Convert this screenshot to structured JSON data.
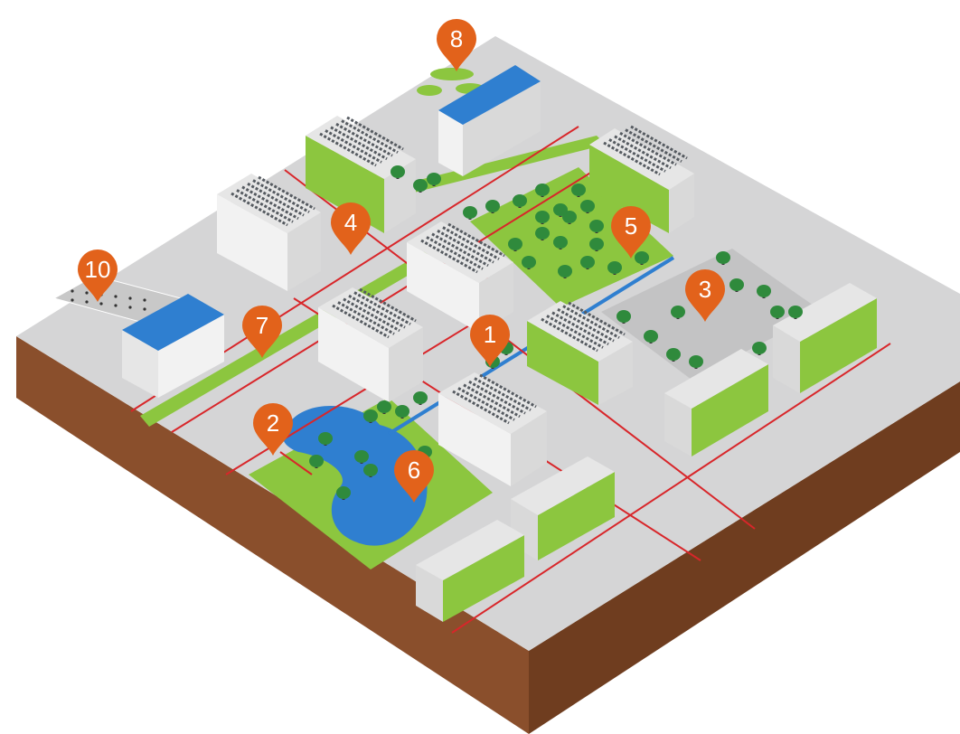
{
  "markers": [
    {
      "label": "1"
    },
    {
      "label": "2"
    },
    {
      "label": "3"
    },
    {
      "label": "4"
    },
    {
      "label": "5"
    },
    {
      "label": "6"
    },
    {
      "label": "7"
    },
    {
      "label": "8"
    },
    {
      "label": "10"
    }
  ],
  "colors": {
    "ground": "#d5d5d6",
    "soil_left": "#8a4f2c",
    "soil_right": "#6f3d1f",
    "grass": "#8cc63f",
    "water": "#2f7fd0",
    "road_line": "#d8262a",
    "marker": "#e2621b",
    "building_left": "#f2f2f2",
    "building_right": "#d9d9d9",
    "roof": "#e6e6e6",
    "solar": "#555a60",
    "tree": "#2f8a3c",
    "trunk": "#3a3a3a"
  }
}
